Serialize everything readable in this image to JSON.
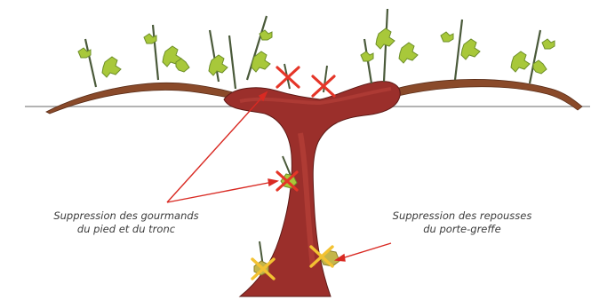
{
  "labels": {
    "gourmands": {
      "line1": "Suppression des gourmands",
      "line2": "du pied et du tronc"
    },
    "repousses": {
      "line1": "Suppression des repousses",
      "line2": "du porte-greffe"
    }
  },
  "colors": {
    "trunk": "#9b2f2b",
    "trunk_highlight": "#c0453d",
    "arm": "#8a4a2a",
    "shoot": "#4a5a3a",
    "leaf": "#a8c83a",
    "leaf_dark": "#6e8f2a",
    "red_cross": "#e53528",
    "yellow_cross": "#f3c232",
    "arrow": "#d92a23",
    "wire": "#9a9a9a"
  }
}
